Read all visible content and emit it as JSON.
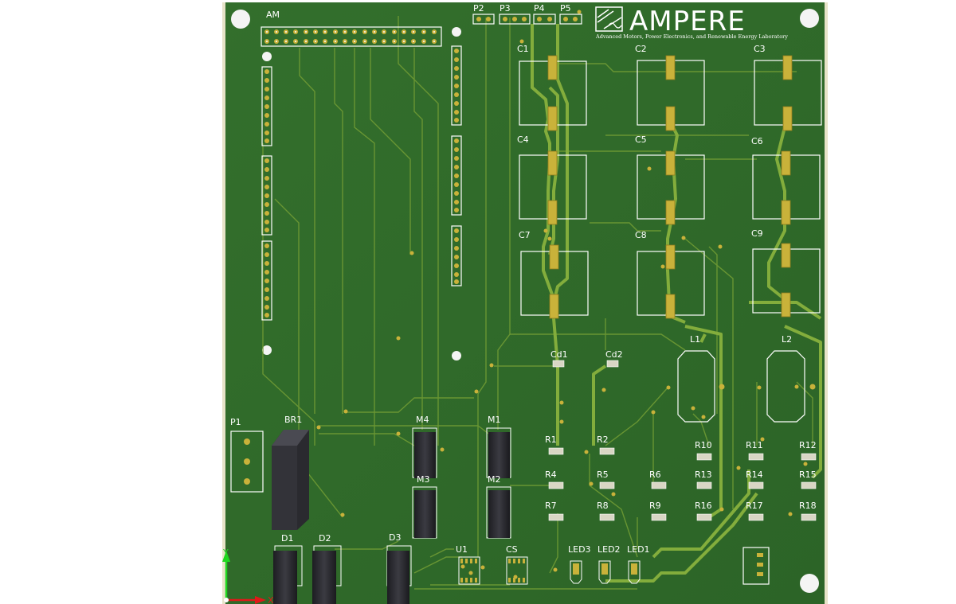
{
  "logo": {
    "name": "AMPERE",
    "subtitle": "Advanced Motors, Power Electronics, and Renewable Energy Laboratory"
  },
  "connectors": {
    "am": "AM",
    "p1": "P1",
    "p2": "P2",
    "p3": "P3",
    "p4": "P4",
    "p5": "P5"
  },
  "capacitors": [
    "C1",
    "C2",
    "C3",
    "C4",
    "C5",
    "C6",
    "C7",
    "C8",
    "C9"
  ],
  "decoupling": [
    "Cd1",
    "Cd2"
  ],
  "inductors": [
    "L1",
    "L2"
  ],
  "resistors": [
    "R1",
    "R2",
    "R4",
    "R5",
    "R6",
    "R7",
    "R8",
    "R9",
    "R10",
    "R11",
    "R12",
    "R13",
    "R14",
    "R15",
    "R16",
    "R17",
    "R18"
  ],
  "semis": {
    "br1": "BR1",
    "m1": "M1",
    "m2": "M2",
    "m3": "M3",
    "m4": "M4",
    "d1": "D1",
    "d2": "D2",
    "d3": "D3",
    "u1": "U1",
    "cs": "CS"
  },
  "leds": [
    "LED3",
    "LED2",
    "LED1"
  ],
  "axes": {
    "y": "Y",
    "x": "X"
  },
  "colors": {
    "board": "#2f6b2a",
    "trace": "#7ea63a",
    "pad": "#c9b23a",
    "silk": "#ffffff"
  }
}
